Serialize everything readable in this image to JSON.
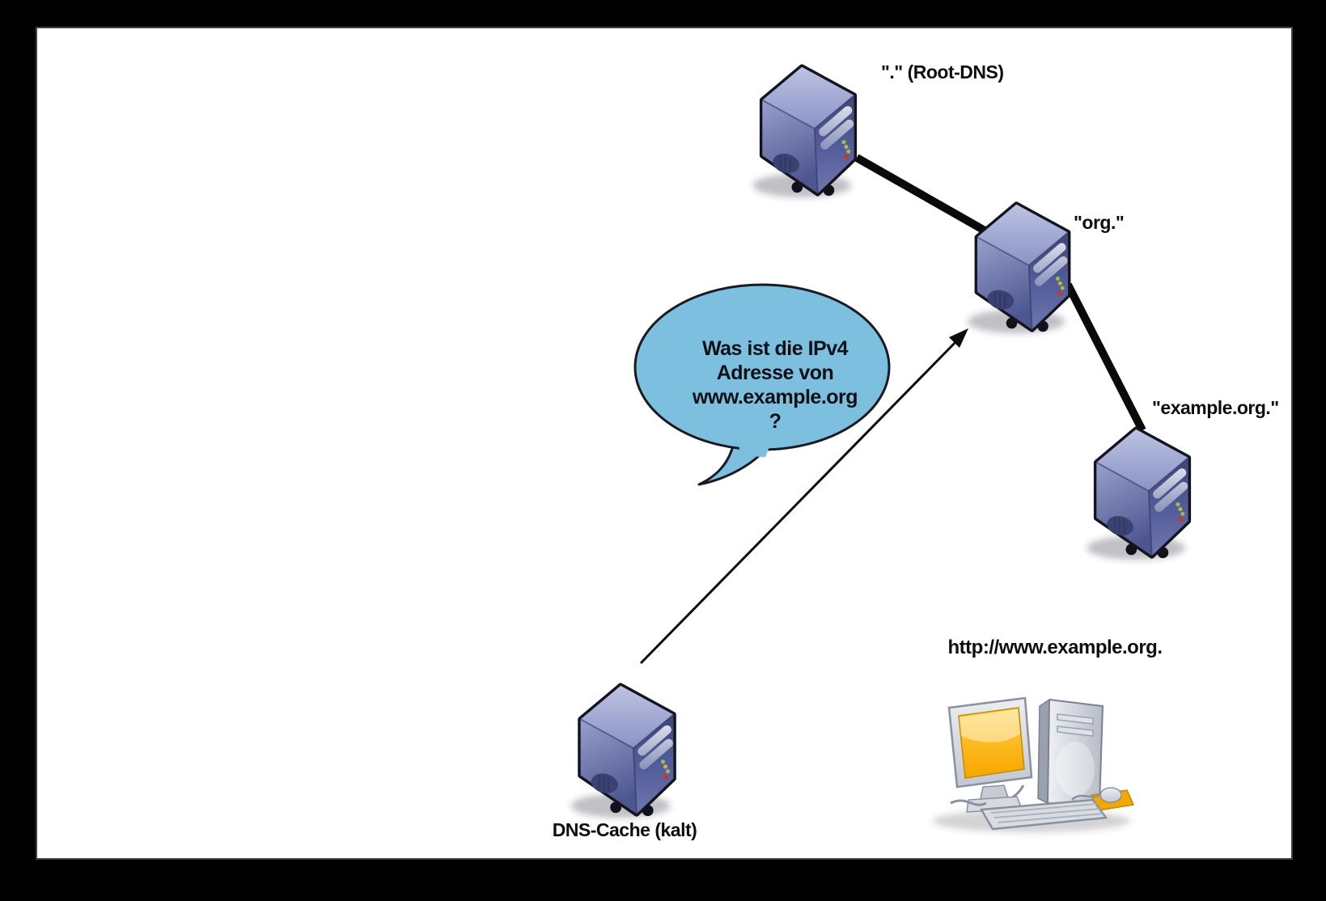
{
  "nodes": {
    "root_dns": {
      "label": "\".\" (Root-DNS)",
      "icon": "server-tower-icon"
    },
    "org": {
      "label": "\"org.\"",
      "icon": "server-tower-icon"
    },
    "example_org": {
      "label": "\"example.org.\"",
      "icon": "server-tower-icon"
    },
    "dns_cache": {
      "label": "DNS-Cache (kalt)",
      "icon": "server-tower-icon"
    },
    "client": {
      "label": "http://www.example.org.",
      "icon": "desktop-computer-icon"
    }
  },
  "speech_bubble": {
    "lines": [
      "Was ist die IPv4",
      "Adresse von",
      "www.example.org",
      "?"
    ],
    "fill_color": "#7cbfdf",
    "outline_color": "#1a1a22"
  },
  "connections": {
    "root_to_org": {
      "style": "thick-black-line"
    },
    "org_to_example": {
      "style": "thick-black-line"
    },
    "cache_to_org": {
      "style": "thin-arrow"
    }
  },
  "colors": {
    "frame_background": "#000000",
    "canvas_background": "#ffffff",
    "connection_line": "#0a0a0a",
    "server_body": "#6a73a8",
    "screen_orange": "#f7a600",
    "mousepad_orange": "#f2a800"
  }
}
